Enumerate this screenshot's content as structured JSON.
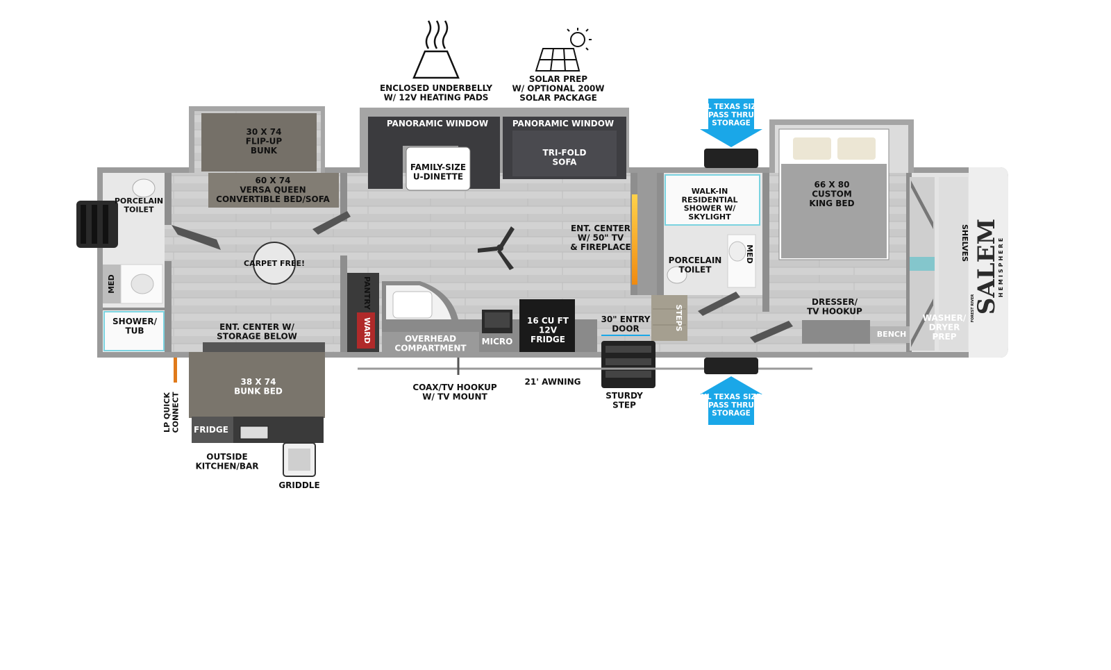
{
  "colors": {
    "floor": "#cfcfcf",
    "wall": "#8e8e8e",
    "bunk": "#7a756c",
    "sofa": "#3b3b3e",
    "storage_arrow": "#1aa7e8",
    "fireplace": "#f4a21a",
    "lp": "#e07a1a"
  },
  "features": {
    "underbelly": "ENCLOSED UNDERBELLY\nW/ 12V HEATING PADS",
    "solar": "SOLAR PREP\nW/ OPTIONAL 200W\nSOLAR PACKAGE"
  },
  "storage": {
    "top": "XL TEXAS SIZE\nPASS THRU\nSTORAGE",
    "bottom": "XL TEXAS SIZE\nPASS THRU\nSTORAGE"
  },
  "logo": {
    "brand": "SALEM",
    "sub": "HEMISPHERE",
    "small": "FOREST RIVER"
  },
  "labels": {
    "flip_up_bunk": "30 X 74\nFLIP-UP\nBUNK",
    "versa_queen": "60 X 74\nVERSA QUEEN\nCONVERTIBLE BED/SOFA",
    "porcelain_toilet_front": "PORCELAIN\nTOILET",
    "med_front": "MED",
    "shower_tub": "SHOWER/\nTUB",
    "carpet_free": "CARPET FREE!",
    "ent_center_storage": "ENT. CENTER W/\nSTORAGE BELOW",
    "panoramic_window_1": "PANORAMIC WINDOW",
    "panoramic_window_2": "PANORAMIC WINDOW",
    "dinette": "FAMILY-SIZE\nU-DINETTE",
    "tri_fold_sofa": "TRI-FOLD\nSOFA",
    "pantry": "PANTRY",
    "ward": "WARD",
    "overhead": "OVERHEAD\nCOMPARTMENT",
    "micro": "MICRO",
    "fridge_12v": "16 CU FT\n12V\nFRIDGE",
    "ent_center_tv": "ENT. CENTER\nW/ 50\" TV\n& FIREPLACE",
    "entry_door": "30\" ENTRY\nDOOR",
    "steps": "STEPS",
    "walk_in_shower": "WALK-IN\nRESIDENTIAL\nSHOWER W/\nSKYLIGHT",
    "porcelain_toilet_rear": "PORCELAIN\nTOILET",
    "med_rear": "MED",
    "king_bed": "66 X 80\nCUSTOM\nKING BED",
    "dresser": "DRESSER/\nTV HOOKUP",
    "bench": "BENCH",
    "shelves": "SHELVES",
    "washer_dryer": "WASHER/\nDRYER\nPREP",
    "bunk_bed": "38 X 74\nBUNK BED",
    "lp_connect": "LP QUICK\nCONNECT",
    "fridge_outside": "FRIDGE",
    "outside_kitchen": "OUTSIDE\nKITCHEN/BAR",
    "griddle": "GRIDDLE",
    "coax": "COAX/TV HOOKUP\nW/ TV MOUNT",
    "awning": "21' AWNING",
    "sturdy_step": "STURDY\nSTEP"
  }
}
